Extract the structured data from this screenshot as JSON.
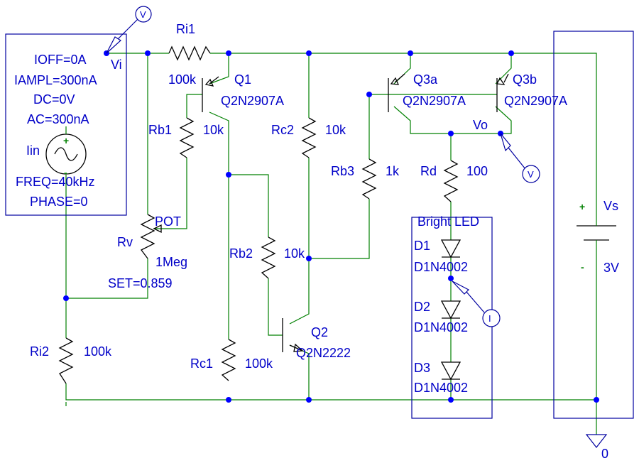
{
  "source": {
    "ioff": "IOFF=0A",
    "iampl": "IAMPL=300nA",
    "dc": "DC=0V",
    "ac": "AC=300nA",
    "name": "Iin",
    "freq": "FREQ=40kHz",
    "phase": "PHASE=0",
    "node": "Vi",
    "probe": "V",
    "plus": "+",
    "minus": "-"
  },
  "ri1": {
    "name": "Ri1",
    "value": "100k"
  },
  "ri2": {
    "name": "Ri2",
    "value": "100k"
  },
  "rv": {
    "name": "Rv",
    "tag": "POT",
    "value": "1Meg",
    "set": "SET=0.859"
  },
  "rb1": {
    "name": "Rb1",
    "value": "10k"
  },
  "rb2": {
    "name": "Rb2",
    "value": "10k"
  },
  "rb3": {
    "name": "Rb3",
    "value": "1k"
  },
  "rc1": {
    "name": "Rc1",
    "value": "100k"
  },
  "rc2": {
    "name": "Rc2",
    "value": "10k"
  },
  "rd": {
    "name": "Rd",
    "value": "100"
  },
  "q1": {
    "name": "Q1",
    "model": "Q2N2907A"
  },
  "q2": {
    "name": "Q2",
    "model": "Q2N2222"
  },
  "q3a": {
    "name": "Q3a",
    "model": "Q2N2907A"
  },
  "q3b": {
    "name": "Q3b",
    "model": "Q2N2907A"
  },
  "vo": {
    "node": "Vo",
    "probe": "V"
  },
  "led": {
    "title": "Bright LED",
    "d1": {
      "name": "D1",
      "model": "D1N4002"
    },
    "d2": {
      "name": "D2",
      "model": "D1N4002"
    },
    "d3": {
      "name": "D3",
      "model": "D1N4002"
    },
    "probe": "I"
  },
  "vs": {
    "name": "Vs",
    "value": "3V",
    "plus": "+",
    "minus": "-"
  },
  "ground": {
    "label": "0"
  }
}
